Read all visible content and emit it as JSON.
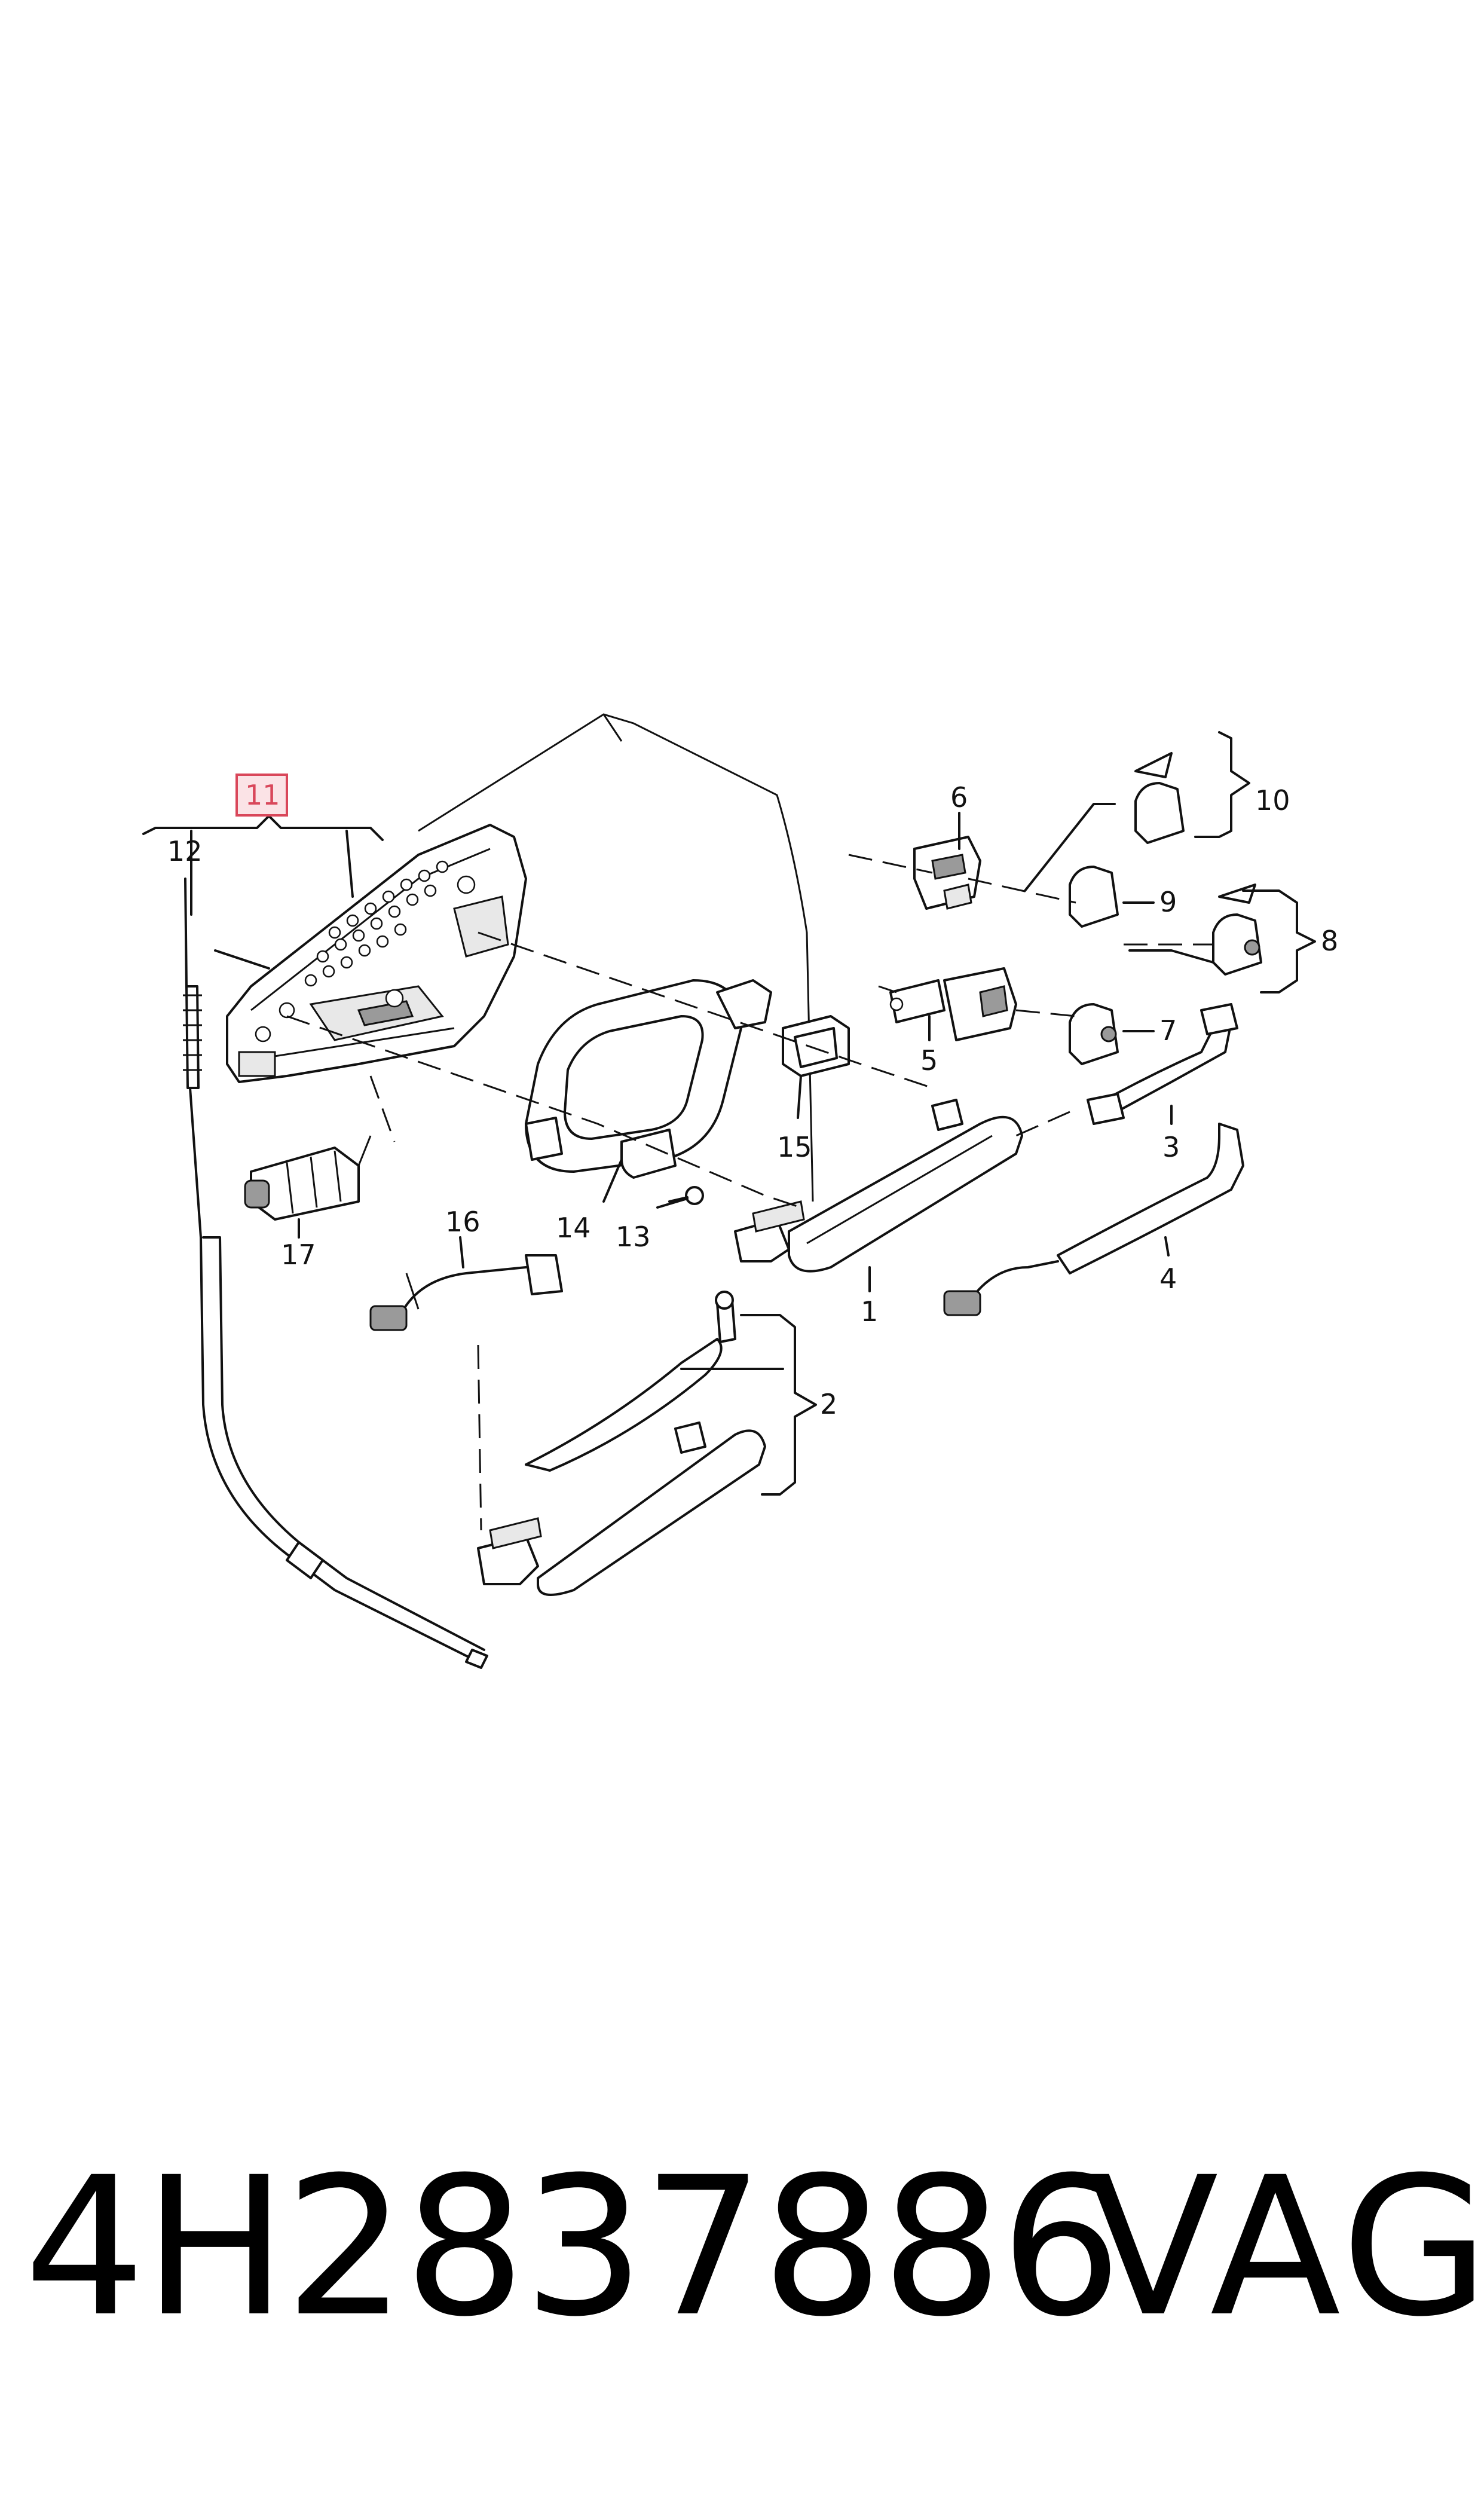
{
  "callouts": {
    "c1": "1",
    "c2": "2",
    "c3": "3",
    "c4": "4",
    "c5": "5",
    "c6": "6",
    "c7": "7",
    "c8": "8",
    "c9": "9",
    "c10": "10",
    "c11": "11",
    "c12": "12",
    "c13": "13",
    "c14": "14",
    "c15": "15",
    "c16": "16",
    "c17": "17"
  },
  "highlighted_callout": "11",
  "highlight_color": "#d9475a",
  "footer": {
    "part_number": "4H2837886",
    "brand": "VAG"
  }
}
